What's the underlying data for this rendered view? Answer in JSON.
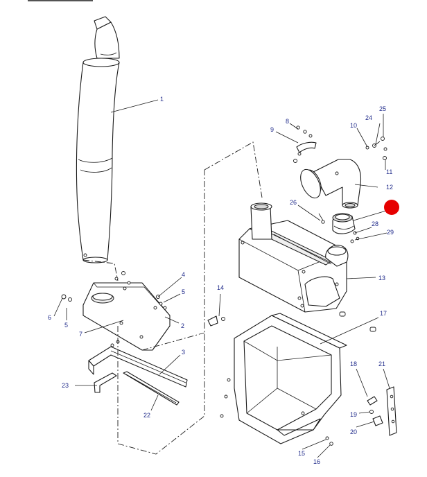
{
  "highlight_color": "#e60000",
  "callouts": {
    "c1": "1",
    "c2": "2",
    "c3": "3",
    "c4": "4",
    "c5a": "5",
    "c5b": "5",
    "c6": "6",
    "c7": "7",
    "c8": "8",
    "c9": "9",
    "c10": "10",
    "c11": "11",
    "c12": "12",
    "c13": "13",
    "c14": "14",
    "c15": "15",
    "c16": "16",
    "c17": "17",
    "c18": "18",
    "c19": "19",
    "c20": "20",
    "c21": "21",
    "c22": "22",
    "c23": "23",
    "c24": "24",
    "c25": "25",
    "c26": "26",
    "c28": "28",
    "c29": "29"
  }
}
